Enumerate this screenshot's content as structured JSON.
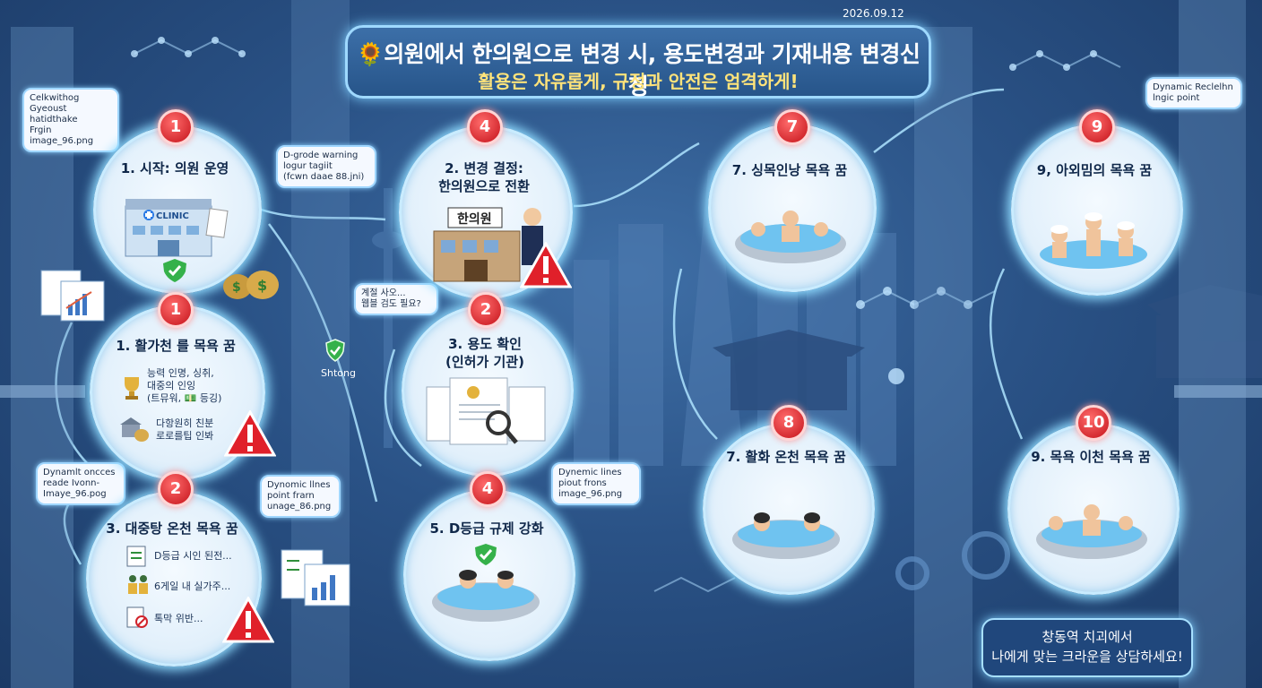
{
  "date": "2026.09.12",
  "title": {
    "main": "🌻의원에서 한의원으로 변경 시, 용도변경과 기재내용 변경신청",
    "sub": "활용은 자유롭게, 규정과 안전은 엄격하게!"
  },
  "nodes": [
    {
      "badge": "1",
      "title": "1. 시작: 의원 운영",
      "sign": "CLINIC"
    },
    {
      "badge": "4",
      "title": "2. 변경 결정:\n한의원으로 전환",
      "sign": "한의원"
    },
    {
      "badge": "7",
      "title": "7. 싱목인낭 목욕 꿈"
    },
    {
      "badge": "9",
      "title": "9, 아외밈의 목욕 꿈"
    },
    {
      "badge": "1",
      "title": "1. 활가천 를 목욕 꿈",
      "items": [
        "능력 인명, 싱취,\n대중의 인잉\n(트뮤워, 💵 등깅)",
        "다항원히 친분\n로로를팁 인봐"
      ]
    },
    {
      "badge": "2",
      "title": "3. 용도 확인\n(인허가 기관)"
    },
    {
      "badge": "8",
      "title": "7. 활화 온천 목욕 꿈"
    },
    {
      "badge": "10",
      "title": "9. 목욕 이천 목욕 꿈"
    },
    {
      "badge": "2",
      "title": "3. 대중탕 온천 목욕 꿈",
      "items": [
        "D등급 시인 된전...",
        "6게일 내 실가주...",
        "톡막 위반..."
      ]
    },
    {
      "badge": "4",
      "title": "5. D등급 규제 강화"
    }
  ],
  "callouts": [
    "Celkwithog\nGyeoust hatidthake\nFrgin image_96.png",
    "D-grode warning\nlogur tagiit\n(fcwn daae 88.jni)",
    "Dynamic Reclelhn\nlngic point",
    "계절 사오...\n웹블 검도 필요?",
    "Dynamlt oncces\nreade Ivonn-\nImaye_96.pog",
    "Dynomic llnes\npoint frarn\nunage_86.png",
    "Dynemic lines\npiout frons\nimage_96.png"
  ],
  "shield_label": "Shtong",
  "cta": {
    "line1": "창동역 치괴에서",
    "line2": "나에게 맞는 크라운을 상담하세요!"
  },
  "colors": {
    "accent_glow": "#8fdcff",
    "badge_red": "#c4121a",
    "title_yellow": "#ffe37a",
    "background": "#2a5286"
  }
}
